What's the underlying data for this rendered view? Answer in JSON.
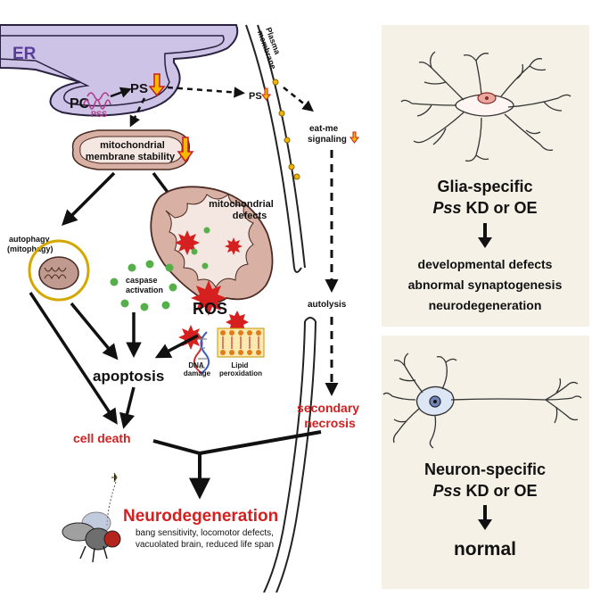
{
  "diagram": {
    "er_label": "ER",
    "plasma_membrane_label": [
      "Plasma",
      "membrane"
    ],
    "pc_label": "PC",
    "pss_enzyme_label": "PSS",
    "ps_label": "PS",
    "ps_small_label": "PS",
    "eat_me_label": [
      "eat-me",
      "signaling"
    ],
    "mito_stability_label": [
      "mitochondrial",
      "membrane stability"
    ],
    "mito_defects_label": [
      "mitochondrial",
      "defects"
    ],
    "autophagy_label": [
      "autophagy",
      "(mitophagy)"
    ],
    "caspase_label": [
      "caspase",
      "activation"
    ],
    "ros_label": "ROS",
    "dna_damage_label": [
      "DNA",
      "damage"
    ],
    "lipid_peroxidation_label": [
      "Lipid",
      "peroxidation"
    ],
    "apoptosis_label": "apoptosis",
    "autolysis_label": "autolysis",
    "secondary_necrosis_label": [
      "secondary",
      "necrosis"
    ],
    "cell_death_label": "cell death",
    "neurodegeneration_label": "Neurodegeneration",
    "phenotypes_label": [
      "bang sensitivity, locomotor defects,",
      "vacuolated brain, reduced life span"
    ]
  },
  "glia_panel": {
    "title_line1": "Glia-specific",
    "title_gene": "Pss",
    "title_rest": " KD or OE",
    "outcomes": [
      "developmental defects",
      "abnormal synaptogenesis",
      "neurodegeneration"
    ]
  },
  "neuron_panel": {
    "title_line1": "Neuron-specific",
    "title_gene": "Pss",
    "title_rest": " KD or OE",
    "outcome": "normal"
  },
  "colors": {
    "er_fill": "#cdc3e6",
    "er_text": "#5a3c9a",
    "red_text": "#d32020",
    "down_arrow_fill": "#f5b800",
    "down_arrow_stroke": "#c81e1e",
    "mito_fill": "#d8b0a4",
    "caspase_green": "#55b04a",
    "ros_red": "#d62020",
    "panel_fill": "#f6f1e7"
  },
  "icons": [
    "down-arrow-icon",
    "ros-burst-icon",
    "dna-icon",
    "lipid-bilayer-icon",
    "fly-icon",
    "glia-cell-icon",
    "neuron-cell-icon"
  ]
}
